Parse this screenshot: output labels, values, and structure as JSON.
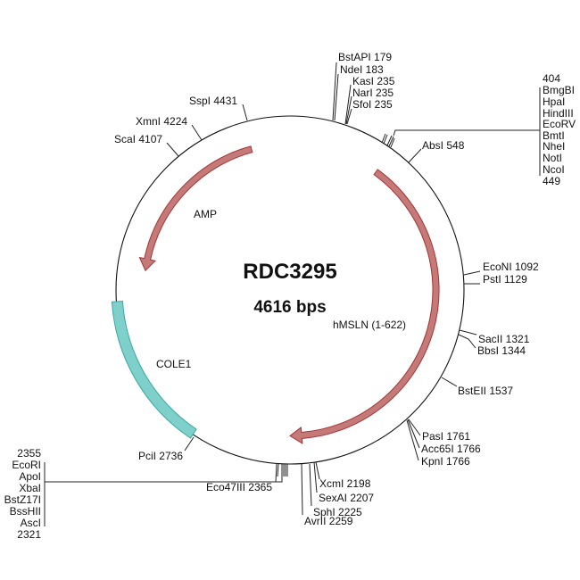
{
  "plasmid": {
    "name": "RDC3295",
    "size_label": "4616 bps",
    "length": 4616
  },
  "colors": {
    "arrow_fill": "#c47a78",
    "arrow_stroke": "#a83232",
    "ori_fill": "#7fcfca",
    "ori_stroke": "#34a9a4"
  },
  "features": [
    {
      "label": "AMP",
      "start": 4420,
      "end": 3560,
      "type": "arrow-ccw"
    },
    {
      "label": "hMSLN (1-622)",
      "start": 462,
      "end": 2308,
      "type": "arrow-cw"
    },
    {
      "label": "COLE1",
      "start": 3413,
      "end": 2743,
      "type": "origin"
    }
  ],
  "sites": {
    "bstapi": "BstAPI 179",
    "ndei": "NdeI 183",
    "kasi": "KasI 235",
    "nari": "NarI 235",
    "sfoi": "SfoI 235",
    "absi": "AbsI 548",
    "econi": "EcoNI 1092",
    "psti": "PstI 1129",
    "sacii": "SacII 1321",
    "bbsi": "BbsI 1344",
    "bsteii": "BstEII 1537",
    "pasi": "PasI 1761",
    "acc65i": "Acc65I 1766",
    "kpni": "KpnI 1766",
    "xcmi": "XcmI 2198",
    "sexai": "SexAI 2207",
    "sphi": "SphI 2225",
    "avrii": "AvrII 2259",
    "eco47iii": "Eco47III 2365",
    "pcii": "PciI 2736",
    "scai": "ScaI 4107",
    "xmni": "XmnI 4224",
    "sspi": "SspI 4431"
  },
  "mcs1": {
    "start": "404",
    "end": "449",
    "enzymes": [
      "BmgBI",
      "HpaI",
      "HindIII",
      "EcoRV",
      "BmtI",
      "NheI",
      "NotI",
      "NcoI"
    ]
  },
  "mcs2": {
    "start": "2355",
    "end": "2321",
    "enzymes": [
      "EcoRI",
      "ApoI",
      "XbaI",
      "BstZ17I",
      "BssHII",
      "AscI"
    ]
  }
}
